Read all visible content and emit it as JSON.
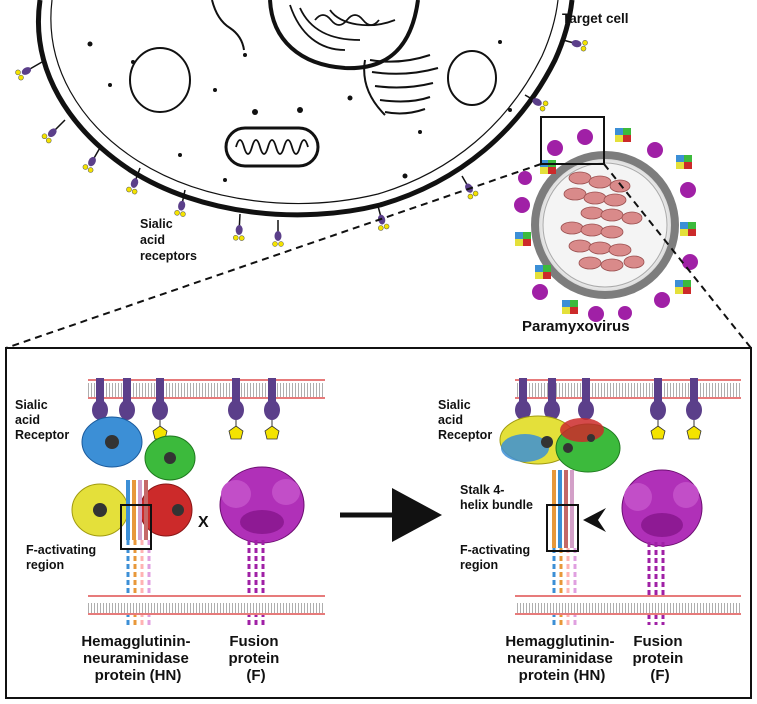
{
  "labels": {
    "target_cell": "Target cell",
    "sialic_receptors": [
      "Sialic",
      "acid",
      "receptors"
    ],
    "paramyxovirus": "Paramyxovirus",
    "left_receptor": [
      "Sialic",
      "acid",
      "Receptor"
    ],
    "left_f_region": [
      "F-activating",
      "region"
    ],
    "left_hn": [
      "Hemagglutinin-",
      "neuraminidase",
      "protein (HN)"
    ],
    "left_fusion": [
      "Fusion",
      "protein",
      "(F)"
    ],
    "block_marker": "X",
    "right_receptor": [
      "Sialic",
      "acid",
      "Receptor"
    ],
    "right_stalk": [
      "Stalk 4-",
      "helix bundle"
    ],
    "right_f_region": [
      "F-activating",
      "region"
    ],
    "right_hn": [
      "Hemagglutinin-",
      "neuraminidase",
      "protein (HN)"
    ],
    "right_fusion": [
      "Fusion",
      "protein",
      "(F)"
    ]
  },
  "colors": {
    "membrane_line": "#e77b7b",
    "receptor_purple": "#5b3f8a",
    "sialic_yellow": "#f4e300",
    "hn_blue": "#3c8fd6",
    "hn_green": "#3cba3c",
    "hn_yellow": "#e4e03a",
    "hn_red": "#cc2a2a",
    "fusion_magenta": "#a020a6",
    "nucleocapsid_pink": "#d98a8a"
  }
}
